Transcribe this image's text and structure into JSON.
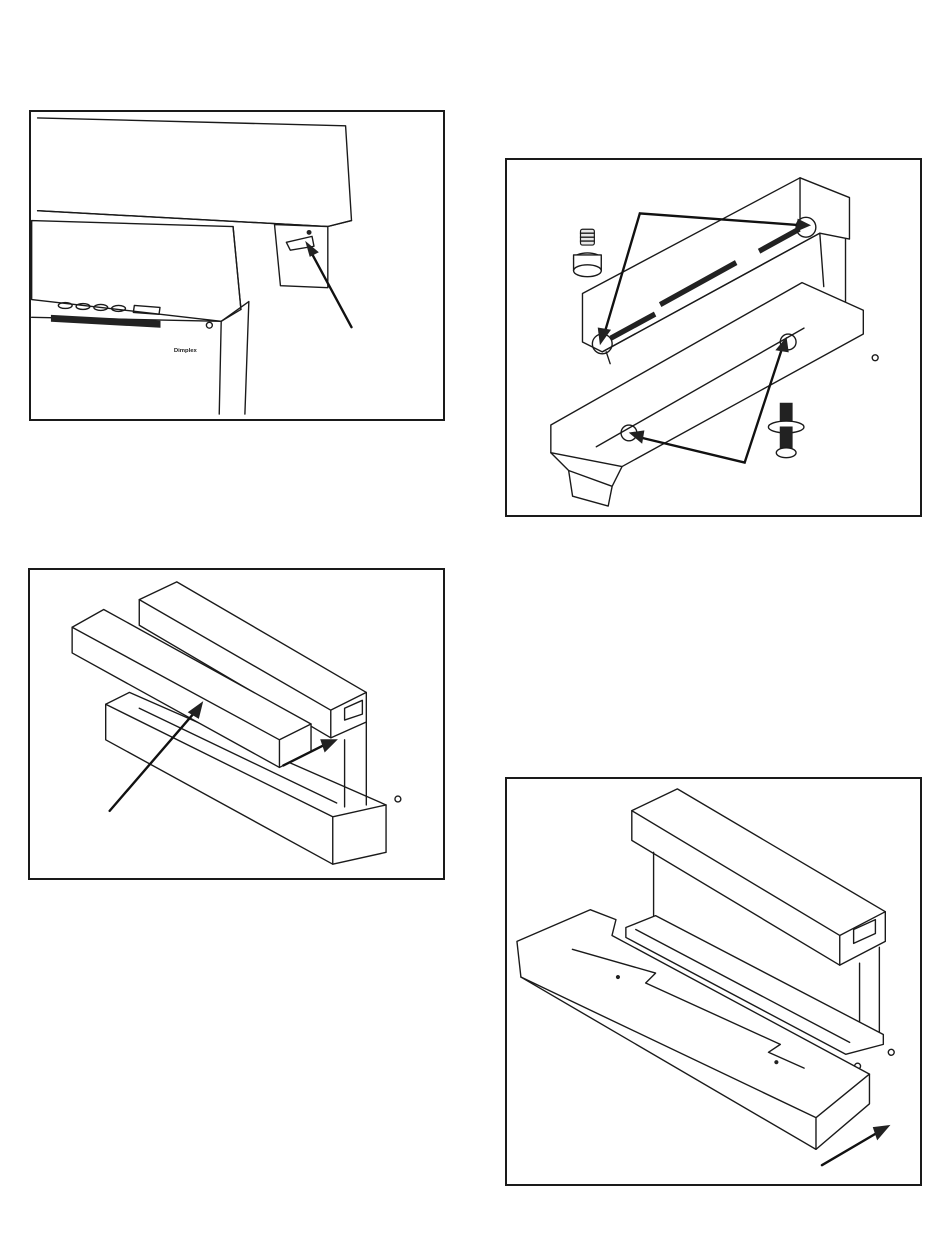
{
  "figures": [
    {
      "id": "a",
      "logo_text": "Dimplex"
    },
    {
      "id": "b"
    },
    {
      "id": "c"
    },
    {
      "id": "d"
    }
  ],
  "colors": {
    "line": "#1a1a1a",
    "background": "#ffffff",
    "border": "#1a1a1a"
  },
  "icons": [
    "arrow-icon",
    "thumb-screw-icon",
    "screw-with-washer-icon",
    "circle-highlight-icon"
  ]
}
